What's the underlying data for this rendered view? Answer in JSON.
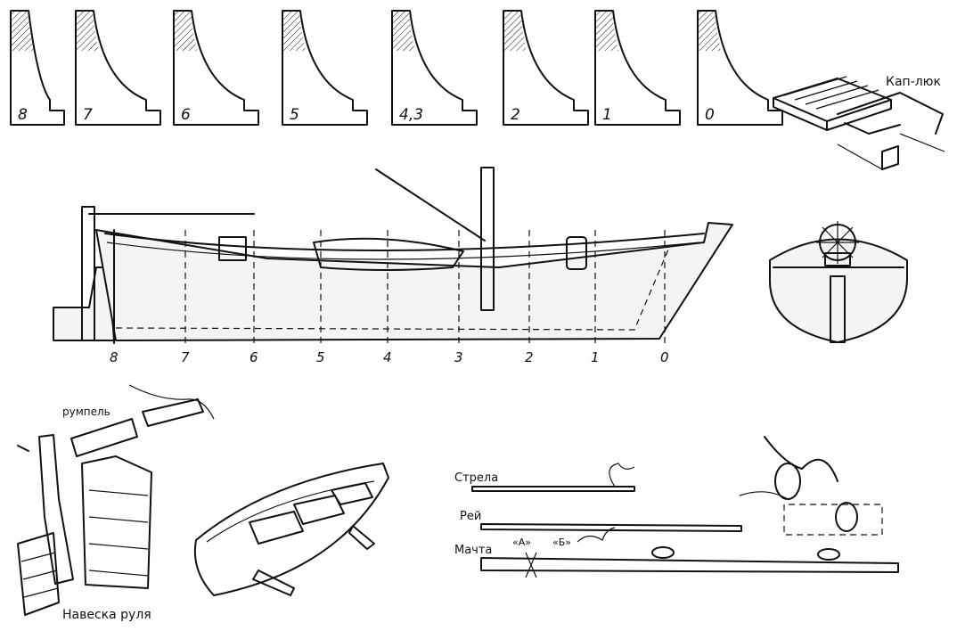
{
  "frame_templates": [
    "8",
    "7",
    "6",
    "5",
    "4,3",
    "2",
    "1",
    "0"
  ],
  "station_labels": [
    "8",
    "7",
    "6",
    "5",
    "4",
    "3",
    "2",
    "1",
    "0"
  ],
  "labels": {
    "hatch": "Кап-люк",
    "tiller": "румпель",
    "rudder_hanging": "Навеска руля",
    "boom": "Стрела",
    "yard": "Рей",
    "mast": "Мачта",
    "mark_a": "«А»",
    "mark_b": "«Б»"
  }
}
